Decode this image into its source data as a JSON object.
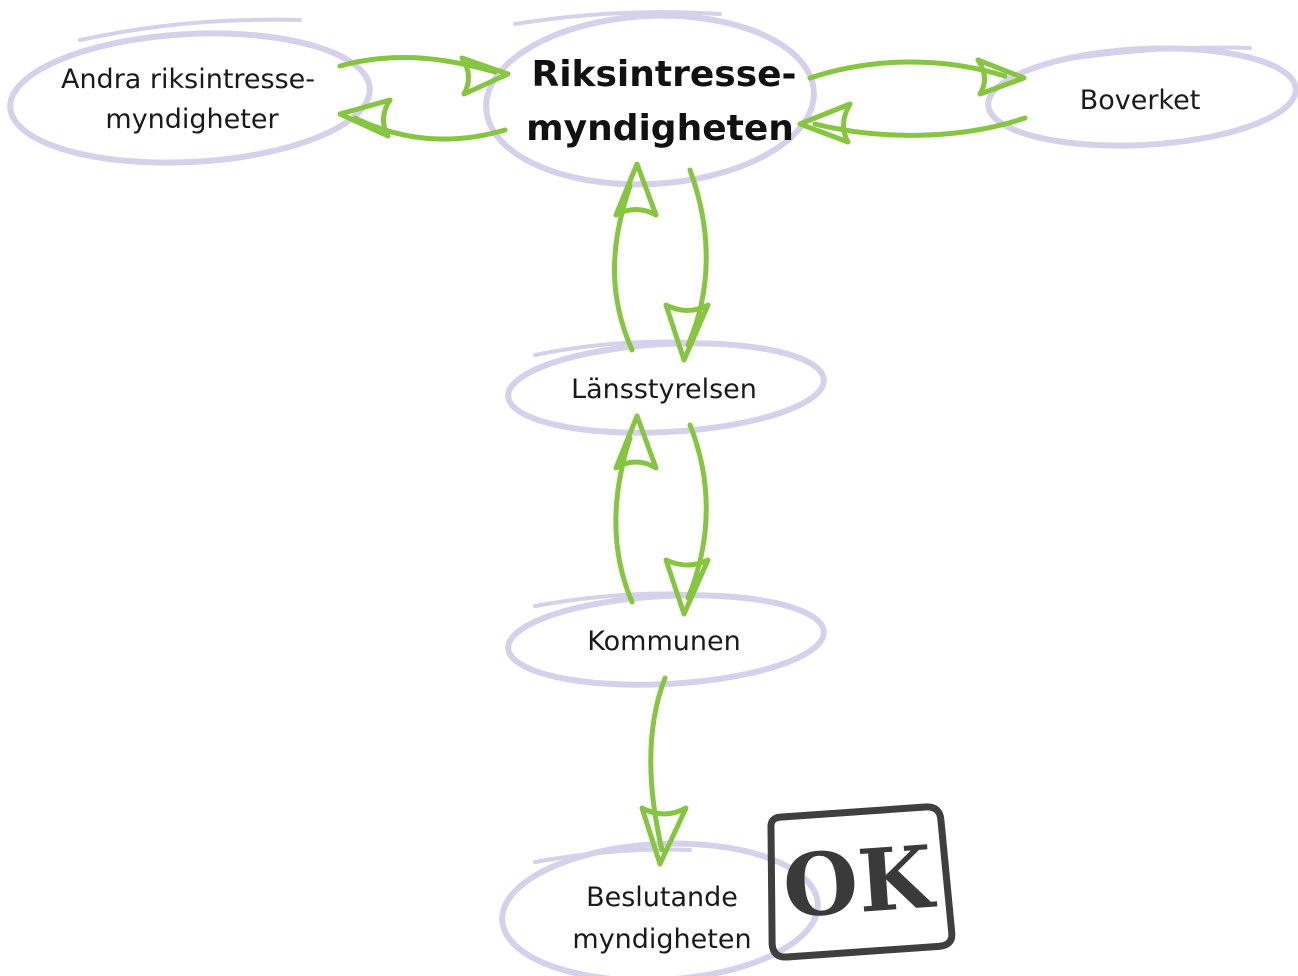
{
  "nodes": {
    "andra": {
      "line1": "Andra riksintresse-",
      "line2": "myndigheter"
    },
    "riks": {
      "line1": "Riksintresse-",
      "line2": "myndigheten"
    },
    "boverket": {
      "label": "Boverket"
    },
    "lans": {
      "label": "Länsstyrelsen"
    },
    "kommun": {
      "label": "Kommunen"
    },
    "beslut": {
      "line1": "Beslutande",
      "line2": "myndigheten"
    }
  },
  "stamp": {
    "text": "OK"
  },
  "colors": {
    "arrow": "#86c540",
    "ellipse": "#d5d1ea",
    "text": "#1a1a1a",
    "stamp": "#3f3f3f"
  }
}
